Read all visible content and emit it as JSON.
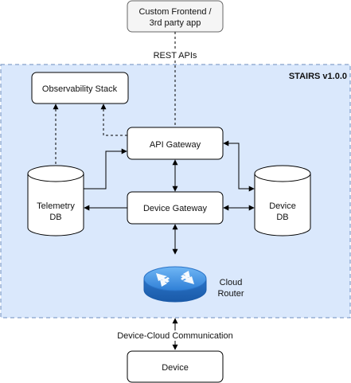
{
  "frontend": {
    "line1": "Custom Frontend /",
    "line2": "3rd party app"
  },
  "rest_label": "REST APIs",
  "container_title": "STAIRS v1.0.0",
  "observability": "Observability Stack",
  "api_gateway": "API Gateway",
  "device_gateway": "Device Gateway",
  "telemetry_db": {
    "line1": "Telemetry",
    "line2": "DB"
  },
  "device_db": {
    "line1": "Device",
    "line2": "DB"
  },
  "router": {
    "line1": "Cloud",
    "line2": "Router",
    "icon": "router-icon"
  },
  "comm_label": "Device-Cloud Communication",
  "device": "Device",
  "colors": {
    "container_fill": "#dae8fc",
    "container_stroke": "#6c8ebf",
    "frontend_fill": "#f5f5f5",
    "frontend_stroke": "#666666",
    "frontend_text": "#333333",
    "router_blue": "#3d8ee0"
  }
}
